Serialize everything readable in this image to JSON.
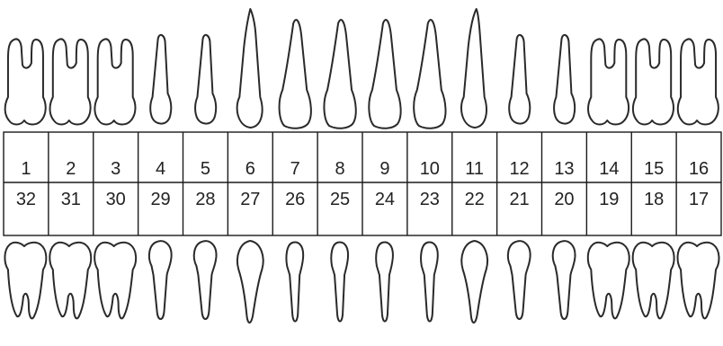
{
  "chart": {
    "upper_numbers": [
      "1",
      "2",
      "3",
      "4",
      "5",
      "6",
      "7",
      "8",
      "9",
      "10",
      "11",
      "12",
      "13",
      "14",
      "15",
      "16"
    ],
    "lower_numbers": [
      "32",
      "31",
      "30",
      "29",
      "28",
      "27",
      "26",
      "25",
      "24",
      "23",
      "22",
      "21",
      "20",
      "19",
      "18",
      "17"
    ],
    "upper_tooth_types": [
      "molar",
      "molar",
      "molar",
      "premolar",
      "premolar",
      "canine",
      "incisor",
      "incisor",
      "incisor",
      "incisor",
      "canine",
      "premolar",
      "premolar",
      "molar",
      "molar",
      "molar"
    ],
    "lower_tooth_types": [
      "molar",
      "molar",
      "molar",
      "premolar",
      "premolar",
      "canine",
      "incisor",
      "incisor",
      "incisor",
      "incisor",
      "canine",
      "premolar",
      "premolar",
      "molar",
      "molar",
      "molar"
    ],
    "colors": {
      "outline": "#2a2a2a",
      "grid": "#1a1a1a",
      "text": "#222222",
      "background": "#ffffff"
    }
  }
}
